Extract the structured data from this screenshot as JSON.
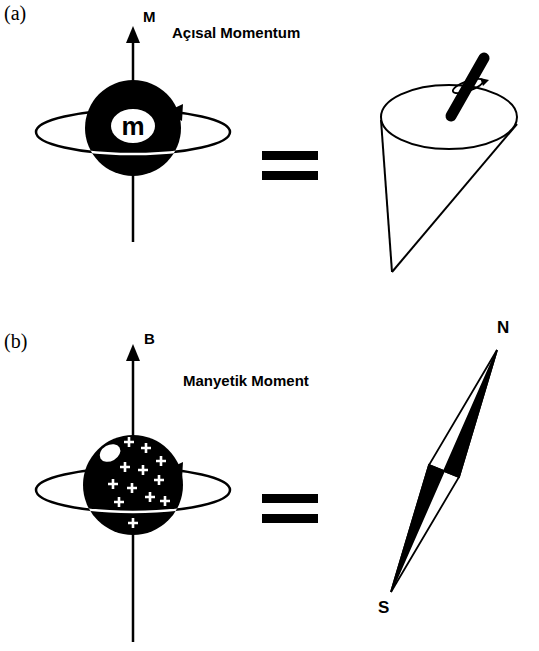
{
  "diagram": {
    "nodes": [
      {
        "text": [
          "m"
        ]
      }
    ],
    "labels": [
      "(a)",
      "M",
      "Açısal Momentum",
      "(b)",
      "B",
      "Manyetik Moment",
      "N",
      "S"
    ]
  }
}
